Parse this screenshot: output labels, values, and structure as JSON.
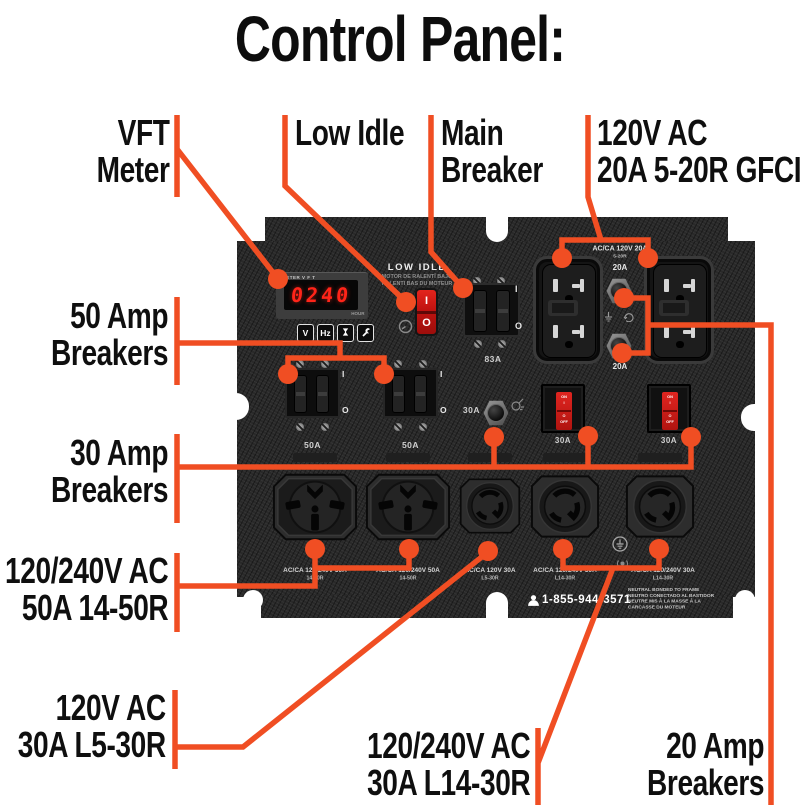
{
  "title": "Control Panel:",
  "colors": {
    "accent": "#F04E23",
    "panel": "#292929",
    "display_red": "#FF2419"
  },
  "callouts": {
    "vft_meter": {
      "line1": "VFT",
      "line2": "Meter"
    },
    "low_idle": {
      "line1": "Low Idle"
    },
    "main_breaker": {
      "line1": "Main",
      "line2": "Breaker"
    },
    "gfci_20a": {
      "line1": "120V AC",
      "line2": "20A 5-20R GFCI"
    },
    "breakers_50a": {
      "line1": "50 Amp",
      "line2": "Breakers"
    },
    "breakers_30a": {
      "line1": "30 Amp",
      "line2": "Breakers"
    },
    "outlet_14_50r": {
      "line1": "120/240V AC",
      "line2": "50A 14-50R"
    },
    "outlet_l5_30r": {
      "line1": "120V AC",
      "line2": "30A L5-30R"
    },
    "outlet_l14_30r": {
      "line1": "120/240V AC",
      "line2": "30A L14-30R"
    },
    "breakers_20a": {
      "line1": "20 Amp",
      "line2": "Breakers"
    }
  },
  "panel": {
    "meter": {
      "heading": "METER V F T",
      "display": "0240",
      "unit_label": "HOUR",
      "button_volts": "V",
      "button_hz": "Hz"
    },
    "low_idle": {
      "title": "LOW IDLE",
      "subtitle_es": "MOTOR DE RALENTÍ BAJO",
      "subtitle_fr": "RALENTI BAS DU MOTEUR",
      "on": "I",
      "off": "O"
    },
    "main_breaker": {
      "on": "I",
      "off": "O",
      "rating": "83A"
    },
    "gfci": {
      "label": "AC/CA 120V 20A",
      "sublabel": "5-20R",
      "breaker_top": "20A",
      "breaker_bottom": "20A"
    },
    "breakers_50a": {
      "on": "I",
      "off": "O",
      "rating": "50A"
    },
    "breaker_30a_push": {
      "rating": "30A"
    },
    "rockers_30a": {
      "on_word": "ON",
      "on_symbol": "I",
      "off_symbol": "O",
      "off_word": "OFF",
      "rating": "30A"
    },
    "outlets": [
      {
        "label": "AC/CA 120/240V 50A",
        "sublabel": "14-50R"
      },
      {
        "label": "AC/CA 120/240V 50A",
        "sublabel": "14-50R"
      },
      {
        "label": "AC/CA 120V 30A",
        "sublabel": "L5-30R"
      },
      {
        "label": "AC/CA 120/240V 30A",
        "sublabel": "L14-30R"
      },
      {
        "label": "AC/CA 120/240V 30A",
        "sublabel": "L14-30R"
      }
    ],
    "phone": "1-855-944-3571",
    "neutral_note": {
      "line1": "NEUTRAL BONDED TO FRAME",
      "line2": "NEUTRO CONECTADO AL BASTIDOR",
      "line3": "NEUTRE MIS À LA MASSE À LA",
      "line4": "CARCASSE DU MOTEUR"
    }
  }
}
